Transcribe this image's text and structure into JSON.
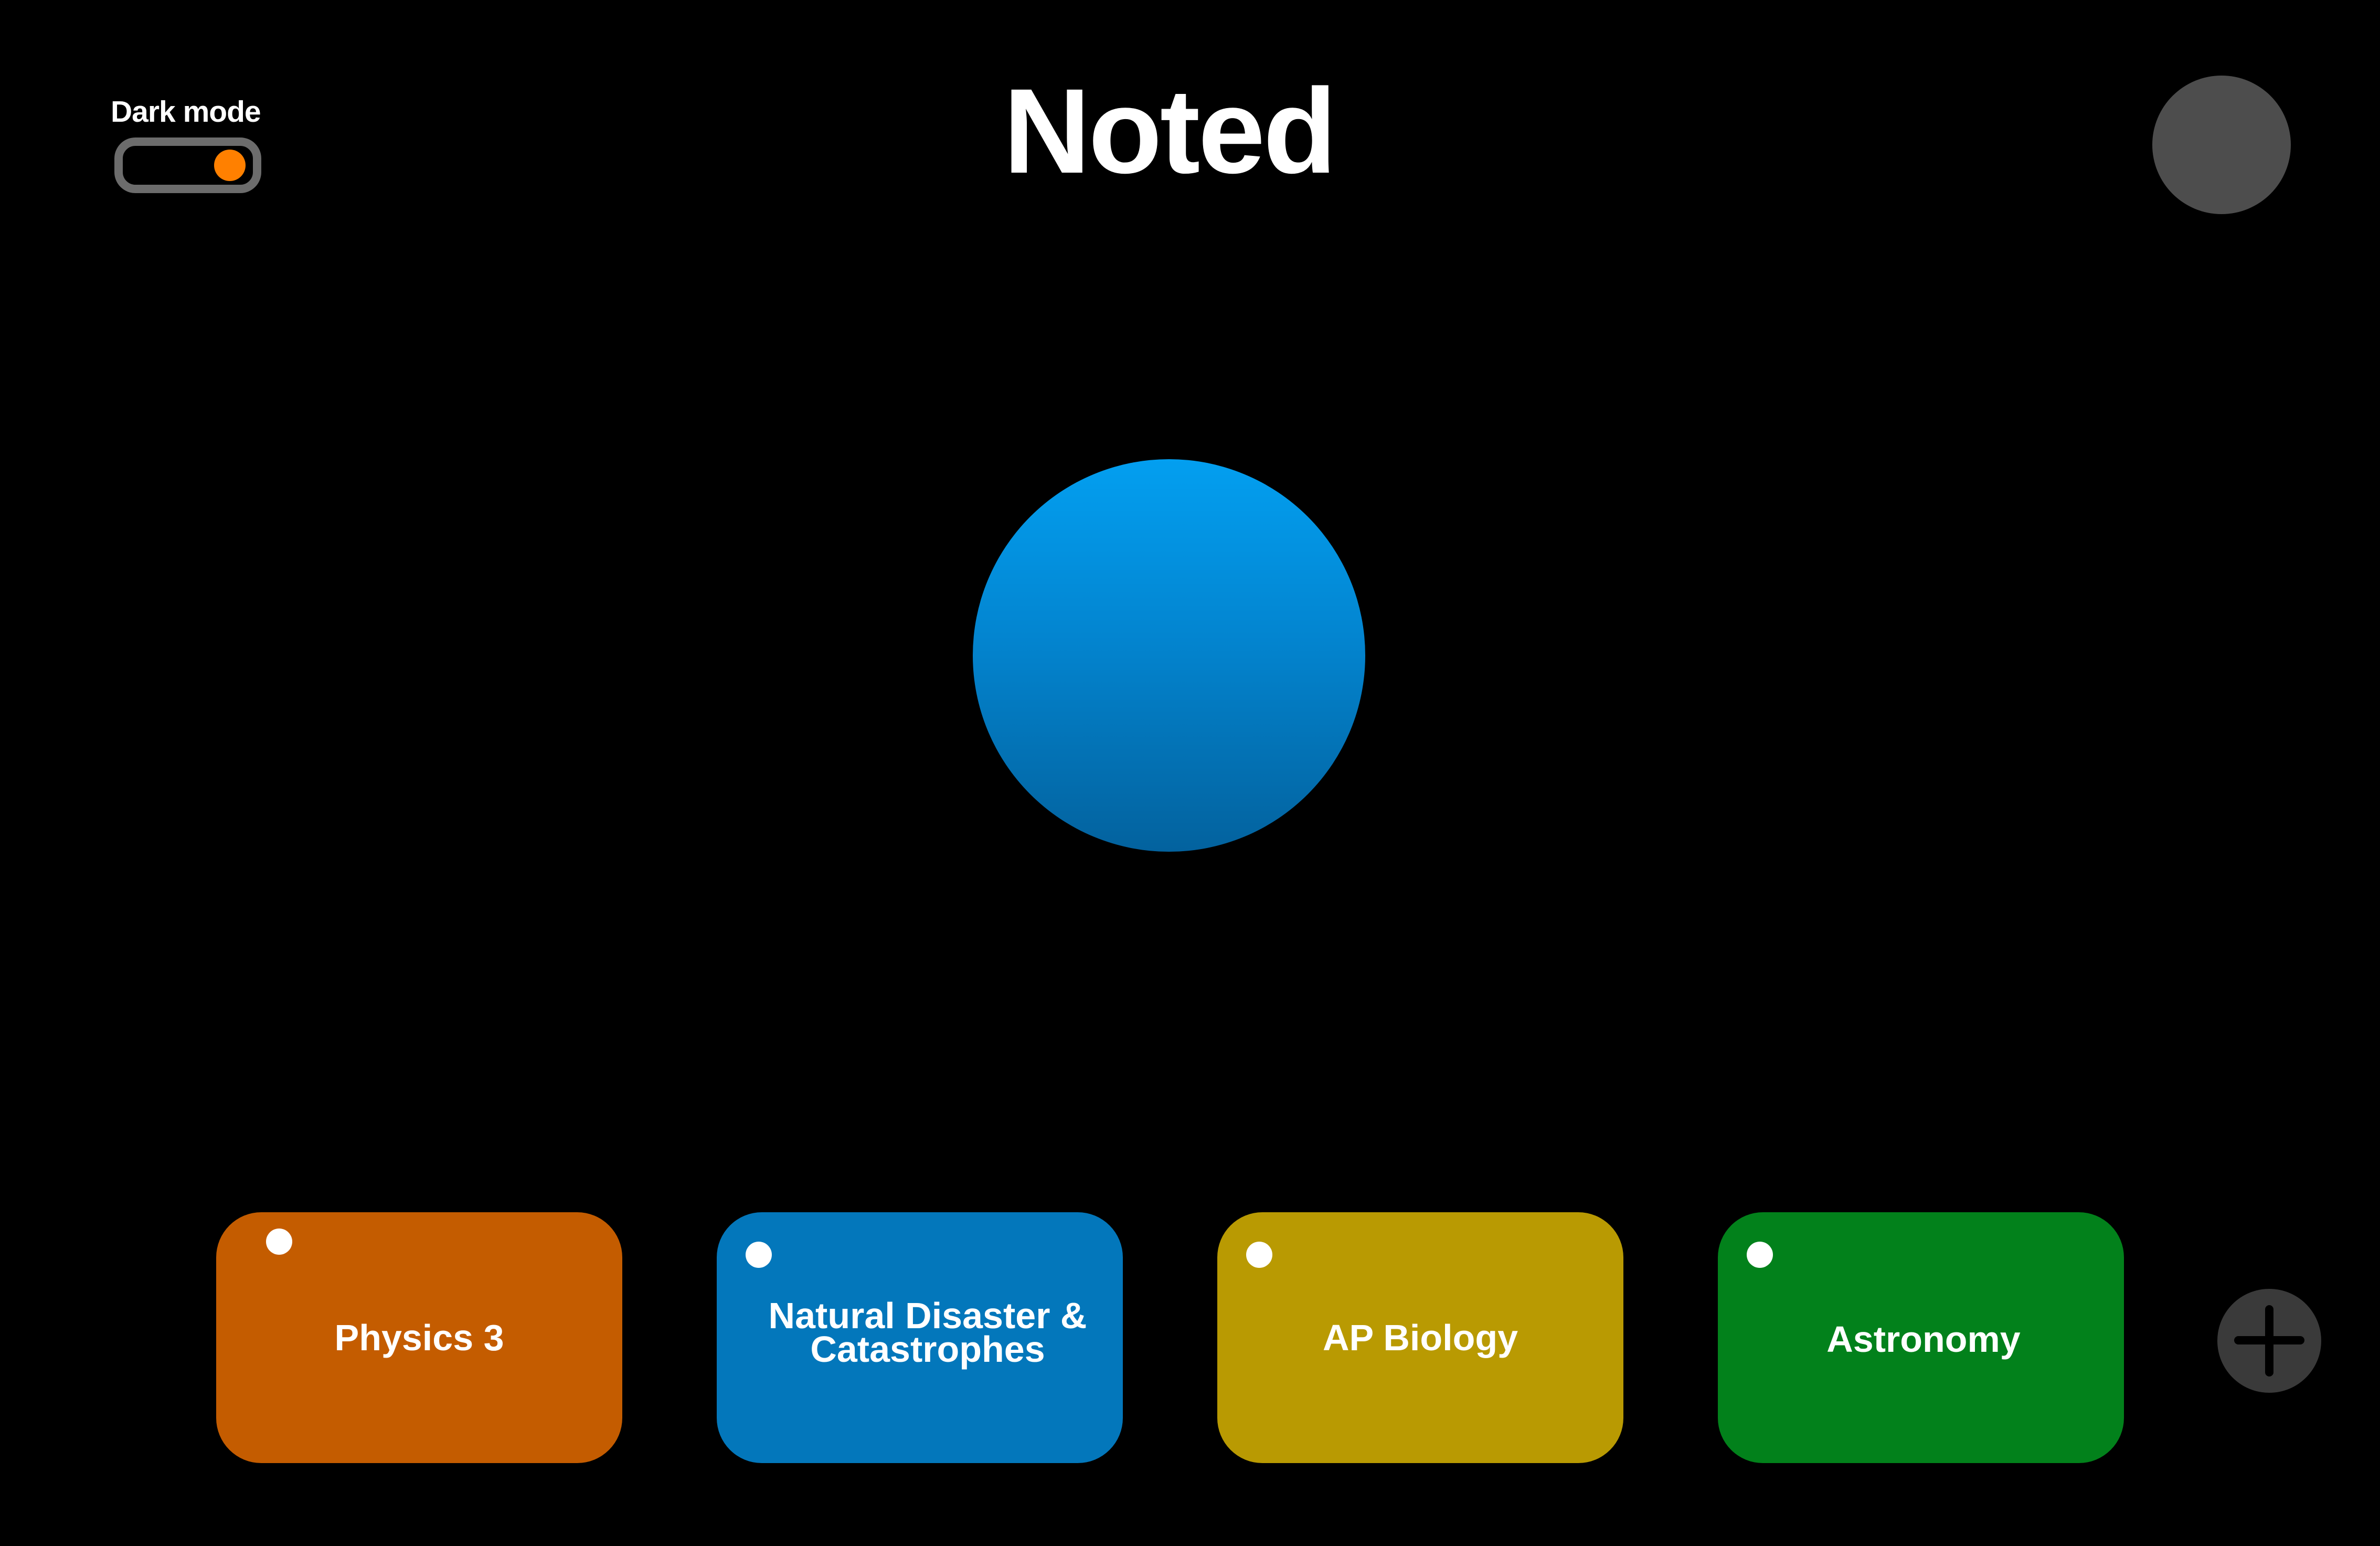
{
  "header": {
    "app_title": "Noted",
    "dark_mode": {
      "label": "Dark mode",
      "enabled": true,
      "knob_color": "#ff8000",
      "track_color": "#6c6c6c"
    },
    "profile_avatar": {
      "icon": "avatar-circle",
      "color": "#4d4d4d"
    }
  },
  "main": {
    "orb": {
      "color_top": "#039ff0",
      "color_bottom": "#03629e"
    }
  },
  "subjects": [
    {
      "label": "Physics 3",
      "color": "#c45c00"
    },
    {
      "label": "Natural Disaster &\nCatastrophes",
      "color": "#0377bb"
    },
    {
      "label": "AP Biology",
      "color": "#b99a02"
    },
    {
      "label": "Astronomy",
      "color": "#02811b"
    }
  ],
  "add_subject": {
    "icon": "plus-icon",
    "color": "#3a3a3a"
  },
  "theme": {
    "background": "#000000",
    "text": "#ffffff"
  }
}
